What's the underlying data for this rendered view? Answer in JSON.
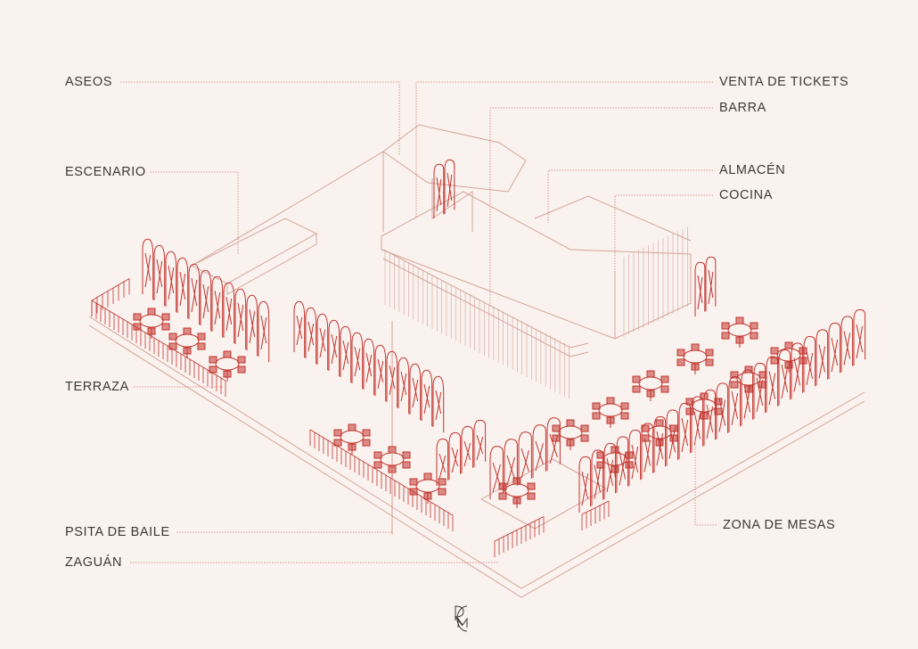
{
  "labels": {
    "aseos": "ASEOS",
    "escenario": "ESCENARIO",
    "terraza": "TERRAZA",
    "pista_baile": "PSITA DE BAILE",
    "zaguan": "ZAGUÁN",
    "venta_tickets": "VENTA DE TICKETS",
    "barra": "BARRA",
    "almacen": "ALMACÉN",
    "cocina": "COCINA",
    "zona_mesas": "ZONA DE MESAS"
  },
  "logo": {
    "text": "CRM"
  },
  "colors": {
    "background": "#f9f2ee",
    "line": "#d6a49c",
    "accent": "#c2342f",
    "text": "#3b3936"
  }
}
